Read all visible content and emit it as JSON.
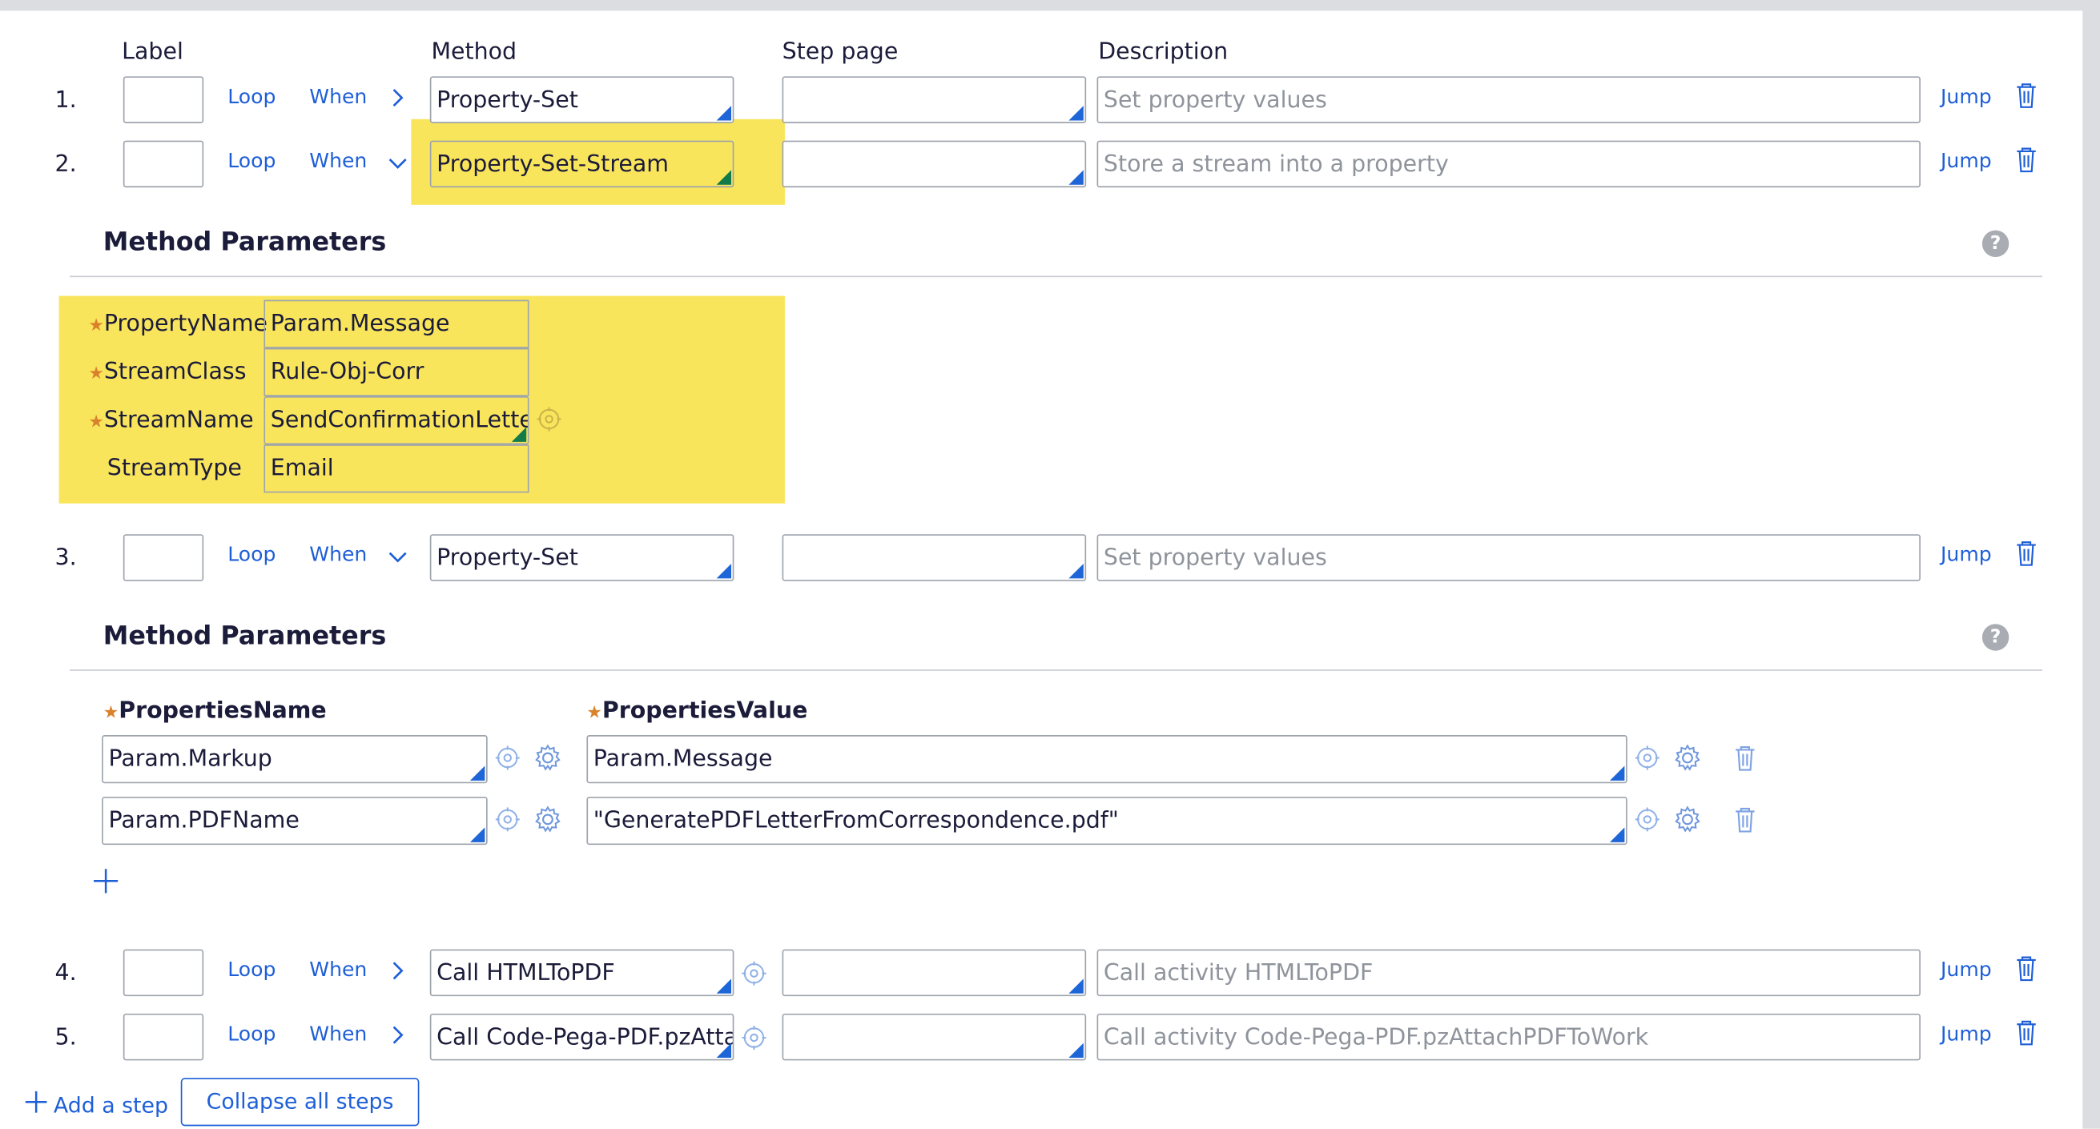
{
  "headers": {
    "label": "Label",
    "method": "Method",
    "step_page": "Step page",
    "description": "Description"
  },
  "common": {
    "loop": "Loop",
    "when": "When",
    "jump": "Jump"
  },
  "steps": [
    {
      "number": "1.",
      "label": "",
      "method": "Property-Set",
      "step_page": "",
      "description_placeholder": "Set property values",
      "expanded": false
    },
    {
      "number": "2.",
      "label": "",
      "method": "Property-Set-Stream",
      "step_page": "",
      "description_placeholder": "Store a stream into a property",
      "expanded": true
    },
    {
      "number": "3.",
      "label": "",
      "method": "Property-Set",
      "step_page": "",
      "description_placeholder": "Set property values",
      "expanded": true
    },
    {
      "number": "4.",
      "label": "",
      "method": "Call HTMLToPDF",
      "step_page": "",
      "description_placeholder": "Call activity HTMLToPDF",
      "expanded": false
    },
    {
      "number": "5.",
      "label": "",
      "method": "Call Code-Pega-PDF.pzAttachPDFToWork",
      "step_page": "",
      "description_placeholder": "Call activity Code-Pega-PDF.pzAttachPDFToWork",
      "expanded": false
    }
  ],
  "params_step2": {
    "title": "Method Parameters",
    "help": "?",
    "rows": [
      {
        "name": "PropertyName",
        "required": true,
        "value": "Param.Message"
      },
      {
        "name": "StreamClass",
        "required": true,
        "value": "Rule-Obj-Corr"
      },
      {
        "name": "StreamName",
        "required": true,
        "value": "SendConfirmationLetter"
      },
      {
        "name": "StreamType",
        "required": false,
        "value": "Email"
      }
    ]
  },
  "params_step3": {
    "title": "Method Parameters",
    "help": "?",
    "col_name": "PropertiesName",
    "col_value": "PropertiesValue",
    "rows": [
      {
        "name": "Param.Markup",
        "value": "Param.Message"
      },
      {
        "name": "Param.PDFName",
        "value": "\"GeneratePDFLetterFromCorrespondence.pdf\""
      }
    ]
  },
  "footer": {
    "add_step": "Add a step",
    "collapse_all": "Collapse all steps"
  },
  "colors": {
    "link": "#1e5fd7",
    "highlight": "#f8e34d",
    "required_star": "#d9822b"
  }
}
